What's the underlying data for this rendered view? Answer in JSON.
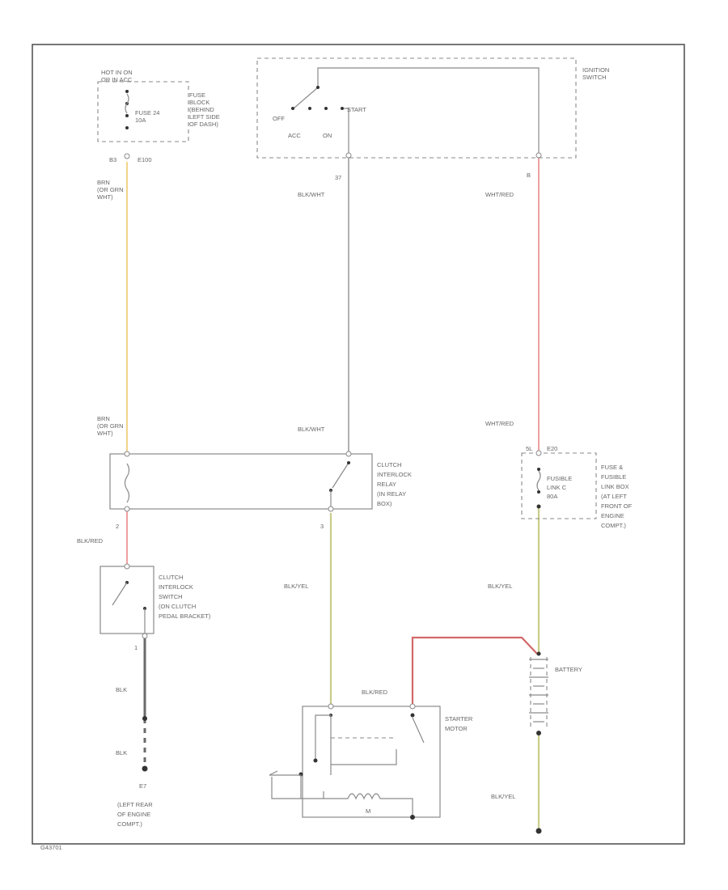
{
  "colors": {
    "wire_yellow": "#f2d58a",
    "wire_red": "#f0a0a0",
    "wire_gray": "#b0b0b0",
    "wire_yelgreen": "#c8cc88",
    "wire_black": "#6a6a6a",
    "wire_darkred": "#d46868"
  },
  "top_left": {
    "line1": "HOT IN ON",
    "line2": "OR IN ACC",
    "fuse_label": "FUSE 24",
    "fuse_amp": "10A",
    "block_label": [
      "FUSE",
      "BLOCK",
      "(BEHIND",
      "LEFT SIDE",
      "OF DASH)"
    ],
    "pin": "B3",
    "connector": "E100",
    "wire_top": [
      "BRN",
      "(OR GRN",
      "WHT)"
    ],
    "wire_bottom": [
      "BRN",
      "(OR GRN",
      "WHT)"
    ]
  },
  "ignition": {
    "label": [
      "IGNITION",
      "SWITCH"
    ],
    "pos_off": "OFF",
    "pos_acc": "ACC",
    "pos_on": "ON",
    "pos_start": "START",
    "pin_mid": "37",
    "wire_mid": "BLK/WHT",
    "pin_right": "B",
    "wire_right": "WHT/RED"
  },
  "relay": {
    "wire_in": "BLK/WHT",
    "label": [
      "CLUTCH",
      "INTERLOCK",
      "RELAY",
      "(IN RELAY",
      "BOX)"
    ],
    "pin_left": "2",
    "wire_left": "BLK/RED",
    "pin_right": "3",
    "wire_out": "BLK/YEL"
  },
  "fuse_box": {
    "wire_in": "WHT/RED",
    "pin": "5L",
    "connector": "E20",
    "fusible_label": "FUSIBLE",
    "link": "LINK C",
    "amp": "80A",
    "label": [
      "FUSE &",
      "FUSIBLE",
      "LINK BOX",
      "(AT LEFT",
      "FRONT OF",
      "ENGINE",
      "COMPT.)"
    ],
    "wire_out": "BLK/YEL"
  },
  "clutch_switch": {
    "label": [
      "CLUTCH",
      "INTERLOCK",
      "SWITCH",
      "(ON CLUTCH",
      "PEDAL BRACKET)"
    ],
    "pin": "1",
    "wire1": "BLK",
    "wire2": "BLK",
    "ground_id": "E7",
    "ground_label": [
      "(LEFT REAR",
      "OF ENGINE",
      "COMPT.)"
    ]
  },
  "battery": {
    "label": "BATTERY",
    "wire_down": "BLK/YEL"
  },
  "starter": {
    "wire_in": "BLK/RED",
    "label": [
      "STARTER",
      "MOTOR"
    ],
    "motor_symbol": "M"
  },
  "footer": {
    "code": "G43701"
  }
}
